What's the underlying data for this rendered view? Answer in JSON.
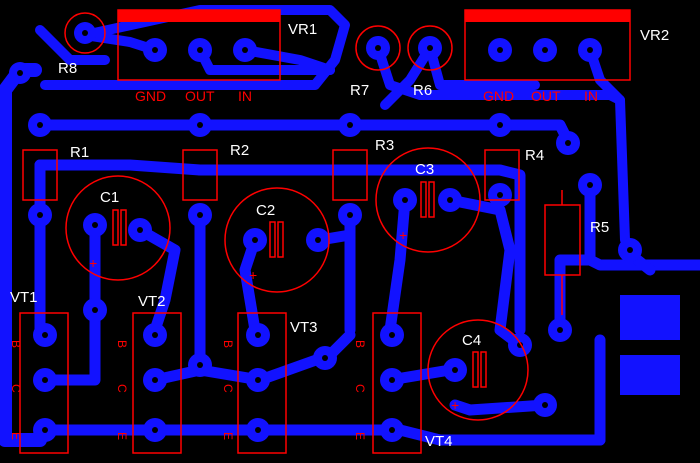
{
  "colors": {
    "background": "#000000",
    "copper": "#1212ff",
    "silkscreen": "#ff0000",
    "label": "#ffffff"
  },
  "components": {
    "vr1": {
      "ref": "VR1",
      "pins": [
        "GND",
        "OUT",
        "IN"
      ]
    },
    "vr2": {
      "ref": "VR2",
      "pins": [
        "GND",
        "OUT",
        "IN"
      ]
    },
    "resistors": [
      "R1",
      "R2",
      "R3",
      "R4",
      "R5",
      "R6",
      "R7",
      "R8"
    ],
    "capacitors": [
      "C1",
      "C2",
      "C3",
      "C4"
    ],
    "capacitor_polarity": "+",
    "transistors": [
      "VT1",
      "VT2",
      "VT3",
      "VT4"
    ],
    "transistor_pins": [
      "B",
      "C",
      "E"
    ]
  }
}
